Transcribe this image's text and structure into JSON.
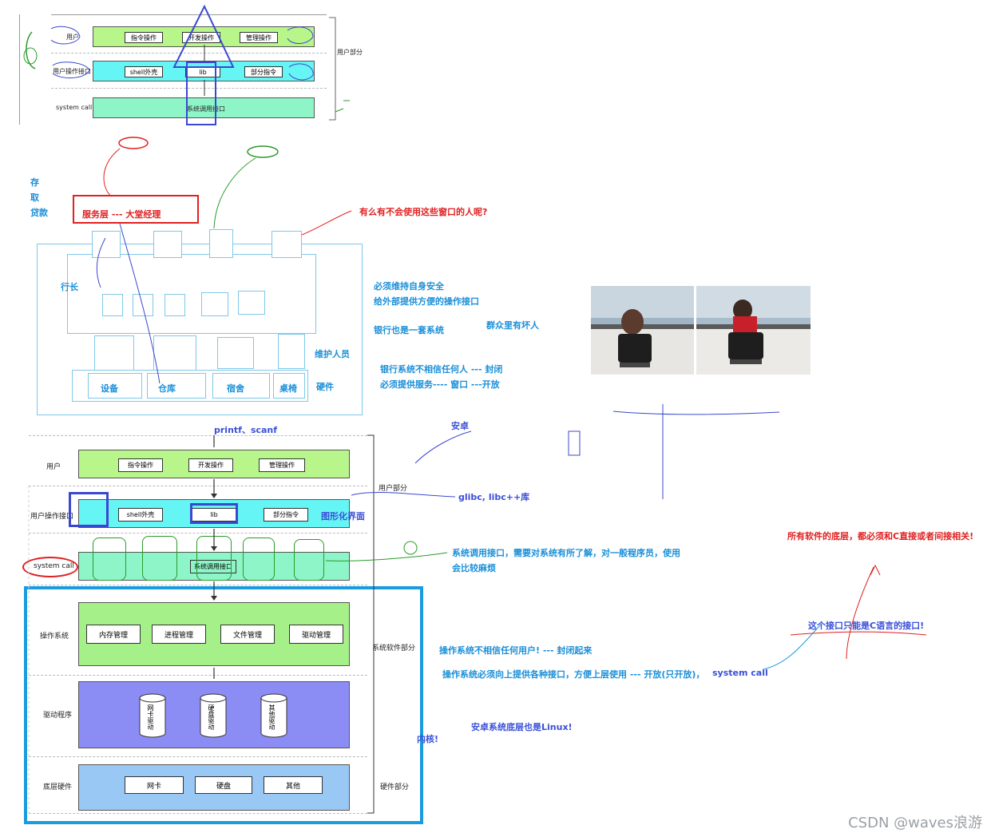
{
  "top_diagram": {
    "rows": [
      {
        "label": "用户",
        "boxes": [
          "指令操作",
          "开发操作",
          "管理操作"
        ],
        "color": "#b8f58a"
      },
      {
        "label": "用户操作接口",
        "boxes": [
          "shell外壳",
          "lib",
          "部分指令"
        ],
        "color": "#66f5f5"
      },
      {
        "label": "system call",
        "boxes": [
          "系统调用接口"
        ],
        "color": "#8ef5c8"
      }
    ],
    "side_label": "用户部分"
  },
  "bank": {
    "left_vertical": [
      "存",
      "取",
      "贷款"
    ],
    "service_label": "服务层 --- 大堂经理",
    "question": "有么有不会使用这些窗口的人呢?",
    "boss": "行长",
    "maint": "维护人员",
    "hardware_label": "硬件",
    "hardware": [
      "设备",
      "仓库",
      "宿舍",
      "桌椅"
    ],
    "notes": [
      "必须维持自身安全",
      "给外部提供方便的操作接口",
      "银行也是一套系统",
      "群众里有坏人",
      "银行系统不相信任何人 --- 封闭",
      "必须提供服务---- 窗口 ---开放"
    ]
  },
  "main_diagram": {
    "printf": "printf、scanf",
    "user_row": {
      "label": "用户",
      "boxes": [
        "指令操作",
        "开发操作",
        "管理操作"
      ]
    },
    "iface_row": {
      "label": "用户操作接口",
      "boxes": [
        "shell外壳",
        "lib",
        "部分指令"
      ],
      "gui": "图形化界面"
    },
    "syscall_row": {
      "label": "system call",
      "box": "系统调用接口"
    },
    "os_row": {
      "label": "操作系统",
      "boxes": [
        "内存管理",
        "进程管理",
        "文件管理",
        "驱动管理"
      ]
    },
    "driver_row": {
      "label": "驱动程序",
      "cylinders": [
        "网卡驱动",
        "硬盘驱动",
        "其他驱动"
      ]
    },
    "hw_row": {
      "label": "底层硬件",
      "boxes": [
        "网卡",
        "硬盘",
        "其他"
      ]
    },
    "side_labels": [
      "用户部分",
      "系统软件部分",
      "硬件部分"
    ]
  },
  "annotations": {
    "android": "安卓",
    "glibc": "glibc, libc++库",
    "syscall_note_1": "系统调用接口，需要对系统有所了解，对一般程序员，使用",
    "syscall_note_2": "会比较麻烦",
    "all_software": "所有软件的底层，都必须和C直接或者间接相关!",
    "c_iface": "这个接口只能是C语言的接口!",
    "os_untrust": "操作系统不相信任何用户!  --- 封闭起来",
    "os_provide": "操作系统必须向上提供各种接口，方便上层使用 --- 开放(只开放)，",
    "system_call": "system call",
    "android_linux": "安卓系统底层也是Linux!",
    "kernel": "内核!"
  },
  "watermark": "CSDN @waves浪游",
  "colors": {
    "user": "#b8f58a",
    "iface": "#66f5f5",
    "syscall": "#8ef5c8",
    "os": "#a6f08a",
    "driver": "#8c8cf5",
    "hw": "#99c8f5",
    "kernel_frame": "#1a9be0"
  }
}
